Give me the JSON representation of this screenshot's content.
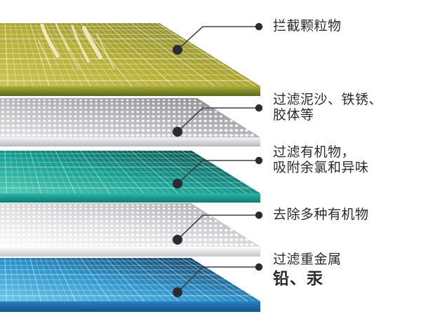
{
  "background": "#ffffff",
  "text_color": "#2b2b2e",
  "callout": {
    "line_color": "#3f3f45",
    "dot_color": "#2b2b31"
  },
  "layers": [
    {
      "label_lines": [
        "拦截颗粒物"
      ],
      "pattern": "grid",
      "surface_colors": [
        "#cdc553",
        "#b5ad34",
        "#7a7f28"
      ],
      "front_colors": [
        "#a8b039",
        "#5a651c"
      ],
      "side_color": "#6e7a20",
      "pattern_color": "rgba(255,255,255,0.5)",
      "streak_color": "#f5f0d0"
    },
    {
      "label_lines": [
        "过滤泥沙、铁锈、",
        "胶体等"
      ],
      "pattern": "dots",
      "surface_colors": [
        "#e2e2e4",
        "#bcbcc0",
        "#87878d"
      ],
      "front_colors": [
        "#f6f6f7",
        "#b7b7bc"
      ],
      "side_color": "#9a9aa0",
      "pattern_color": "rgba(255,255,255,0.85)"
    },
    {
      "label_lines": [
        "过滤有机物，",
        "吸附余氯和异味"
      ],
      "pattern": "grid",
      "surface_colors": [
        "#54ccb7",
        "#17a093",
        "#063f3e"
      ],
      "front_colors": [
        "#2fb6a6",
        "#0c7b71"
      ],
      "side_color": "#0f6e69",
      "pattern_color": "rgba(255,255,255,0.38)"
    },
    {
      "label_lines": [
        "去除多种有机物"
      ],
      "pattern": "dots",
      "surface_colors": [
        "#fcfcfd",
        "#dfdfe2",
        "#a7a7ad"
      ],
      "front_colors": [
        "#ffffff",
        "#c5c5c9"
      ],
      "side_color": "#b3b3b8",
      "pattern_color": "rgba(255,255,255,0.9)"
    },
    {
      "label_lines": [
        "过滤重金属",
        "铅、汞"
      ],
      "pattern": "grid",
      "surface_colors": [
        "#6fc9e9",
        "#2e95cc",
        "#0a2a4b"
      ],
      "front_colors": [
        "#2b81c2",
        "#11528b"
      ],
      "side_color": "#155a95",
      "pattern_color": "rgba(255,255,255,0.42)"
    }
  ]
}
